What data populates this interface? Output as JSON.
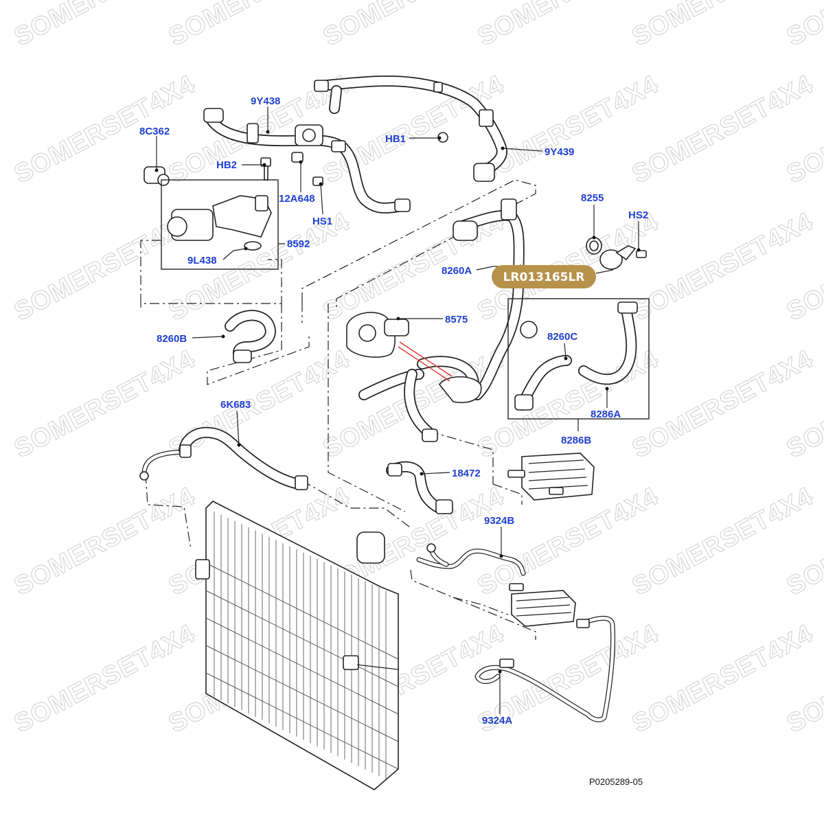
{
  "diagram": {
    "watermark_text": "SOMERSET4X4",
    "figure_reference": "P0205289-05",
    "highlight_badge": {
      "text": "LR013165LR",
      "color": "#b8924a",
      "text_color": "#ffffff",
      "points_to": "8255"
    },
    "label_color": "#1f3fd0",
    "callout_line_color": "#e23030",
    "part_labels": [
      "9Y438",
      "8C362",
      "HB2",
      "12A648",
      "HS1",
      "8592",
      "9L438",
      "HB1",
      "9Y439",
      "8255",
      "HS2",
      "8260A",
      "8575",
      "8260B",
      "8260C",
      "8286A",
      "8286B",
      "6K683",
      "18472",
      "9324B",
      "9324A"
    ]
  }
}
